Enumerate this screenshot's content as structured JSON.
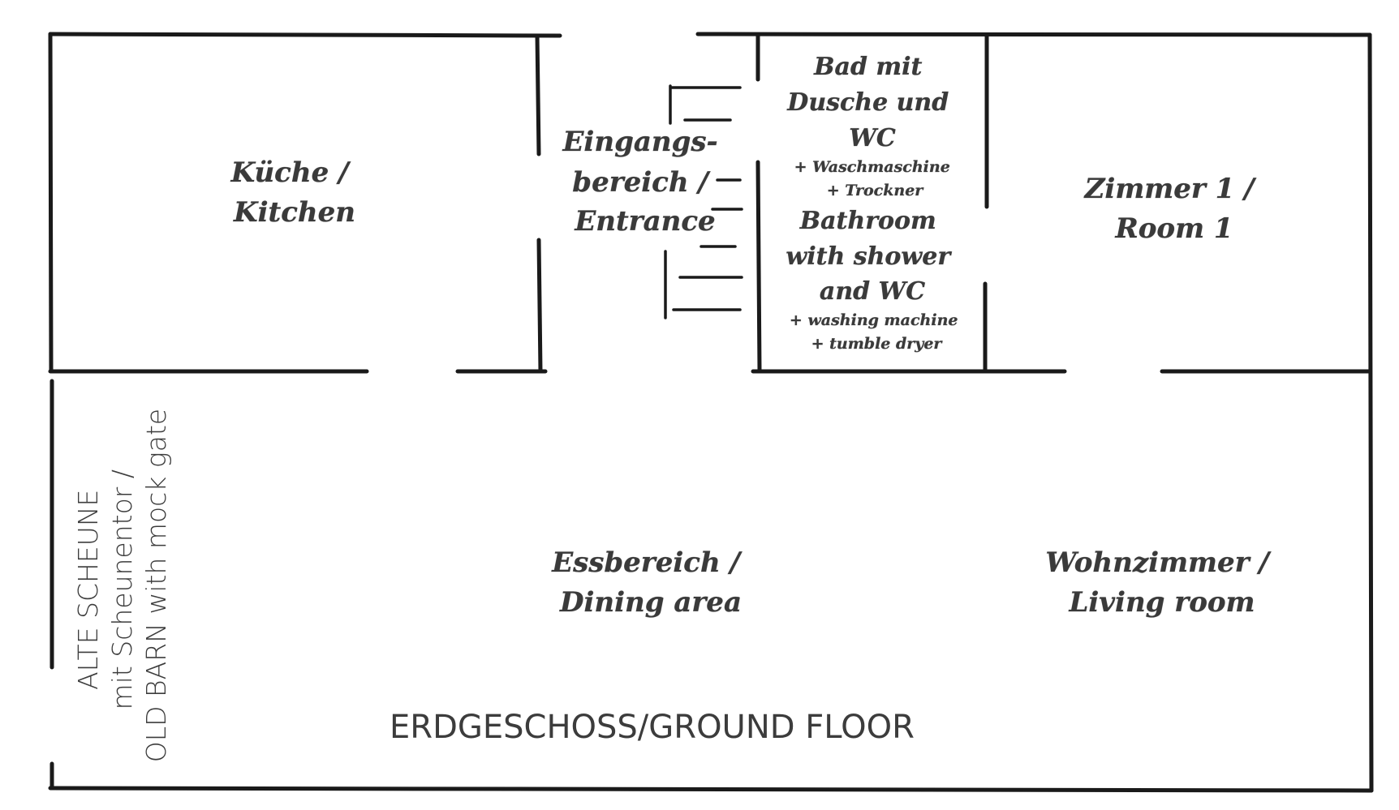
{
  "rooms": {
    "kitchen": [
      "Küche /",
      "Kitchen"
    ],
    "entrance": [
      "Eingangs-",
      "bereich /",
      "Entrance"
    ],
    "bath_de": [
      "Bad mit",
      "Dusche und",
      "WC"
    ],
    "bath_de_extra": [
      "+ Waschmaschine",
      "+ Trockner"
    ],
    "bath_en": [
      "Bathroom",
      "with shower",
      "and WC"
    ],
    "bath_en_extra": [
      "+ washing machine",
      "+ tumble dryer"
    ],
    "room1": [
      "Zimmer 1 /",
      "Room 1"
    ],
    "dining": [
      "Essbereich /",
      "Dining area"
    ],
    "living": [
      "Wohnzimmer /",
      "Living room"
    ]
  },
  "barn": [
    "ALTE SCHEUNE",
    "mit Scheunentor /",
    "OLD BARN with mock gate"
  ],
  "floor_title": "ERDGESCHOSS/GROUND FLOOR"
}
